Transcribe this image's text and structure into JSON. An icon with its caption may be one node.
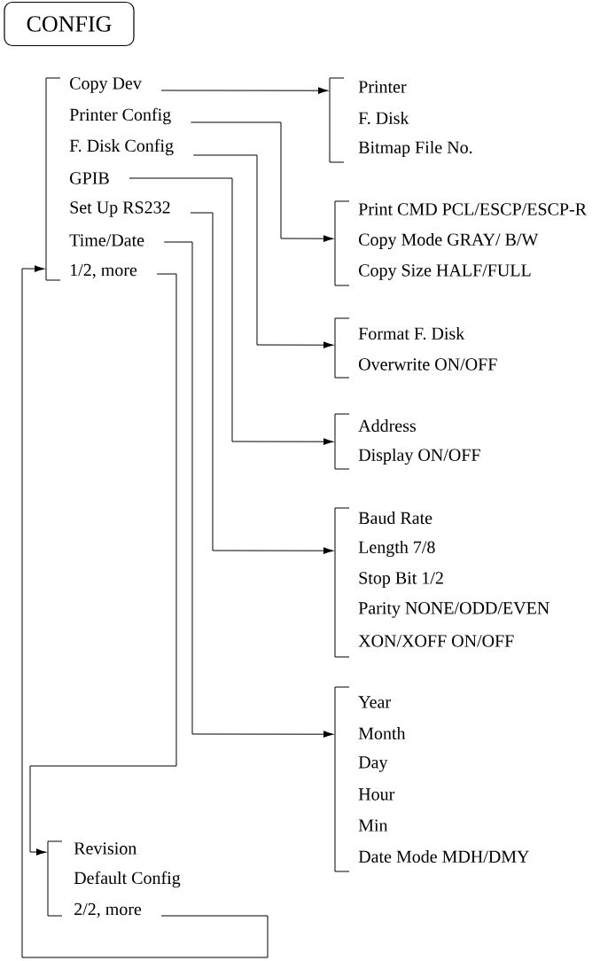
{
  "diagram": {
    "nodes": [
      {
        "text": [
          "CONFIG"
        ]
      },
      {
        "text": [],
        "shape": "bracket"
      },
      {
        "text": [
          "Copy Dev"
        ]
      },
      {
        "text": [
          "Printer Config"
        ]
      },
      {
        "text": [
          "F. Disk Config"
        ]
      },
      {
        "text": [
          "GPIB"
        ]
      },
      {
        "text": [
          "Set Up RS232"
        ]
      },
      {
        "text": [
          "Time/Date"
        ]
      },
      {
        "text": [
          "1/2, more"
        ]
      },
      {
        "text": [],
        "shape": "bracket"
      },
      {
        "text": [
          "Printer"
        ]
      },
      {
        "text": [
          "F. Disk"
        ]
      },
      {
        "text": [
          "Bitmap File No."
        ]
      },
      {
        "text": [],
        "shape": "bracket"
      },
      {
        "text": [
          "Print CMD PCL/ESCP/ESCP-R"
        ]
      },
      {
        "text": [
          "Copy Mode GRAY/ B/W"
        ]
      },
      {
        "text": [
          "Copy Size HALF/FULL"
        ]
      },
      {
        "text": [],
        "shape": "bracket"
      },
      {
        "text": [
          "Format F. Disk"
        ]
      },
      {
        "text": [
          "Overwrite ON/OFF"
        ]
      },
      {
        "text": [],
        "shape": "bracket"
      },
      {
        "text": [
          "Address"
        ]
      },
      {
        "text": [
          "Display ON/OFF"
        ]
      },
      {
        "text": [],
        "shape": "bracket"
      },
      {
        "text": [
          "Baud Rate"
        ]
      },
      {
        "text": [
          "Length 7/8"
        ]
      },
      {
        "text": [
          "Stop Bit 1/2"
        ]
      },
      {
        "text": [
          "Parity NONE/ODD/EVEN"
        ]
      },
      {
        "text": [
          "XON/XOFF ON/OFF"
        ]
      },
      {
        "text": [],
        "shape": "bracket"
      },
      {
        "text": [
          "Year"
        ]
      },
      {
        "text": [
          "Month"
        ]
      },
      {
        "text": [
          "Day"
        ]
      },
      {
        "text": [
          "Hour"
        ]
      },
      {
        "text": [
          "Min"
        ]
      },
      {
        "text": [
          "Date Mode MDH/DMY"
        ]
      },
      {
        "text": [],
        "shape": "bracket"
      },
      {
        "text": [
          "Revision"
        ]
      },
      {
        "text": [
          "Default Config"
        ]
      },
      {
        "text": [
          "2/2, more"
        ]
      }
    ],
    "edges": [
      {
        "from": 2,
        "to": 9,
        "arrow": "to"
      },
      {
        "from": 3,
        "to": 13,
        "arrow": "to"
      },
      {
        "from": 4,
        "to": 17,
        "arrow": "to"
      },
      {
        "from": 5,
        "to": 20,
        "arrow": "to"
      },
      {
        "from": 6,
        "to": 23,
        "arrow": "to"
      },
      {
        "from": 7,
        "to": 29,
        "arrow": "to"
      },
      {
        "from": 8,
        "to": 36,
        "arrow": "to"
      },
      {
        "from": 39,
        "to": 1,
        "arrow": "to"
      }
    ]
  }
}
